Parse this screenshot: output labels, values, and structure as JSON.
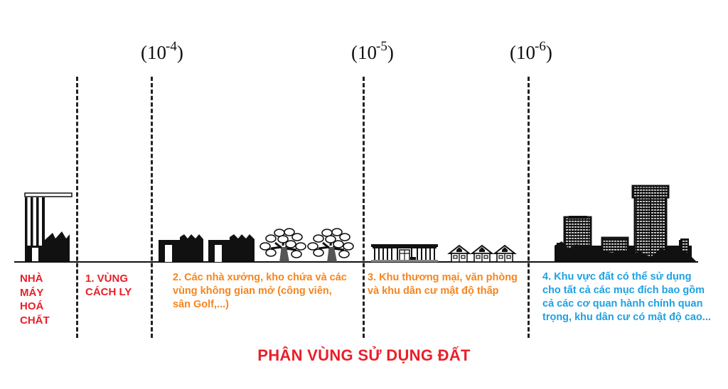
{
  "diagram": {
    "title": "PHÂN VÙNG SỬ DỤNG ĐẤT",
    "risk_levels": [
      {
        "base": "(10",
        "exponent": "-4",
        "close": ")"
      },
      {
        "base": "(10",
        "exponent": "-5",
        "close": ")"
      },
      {
        "base": "(10",
        "exponent": "-6",
        "close": ")"
      }
    ],
    "source": {
      "label_lines": [
        "NHÀ",
        "MÁY",
        "HOÁ",
        "CHẤT"
      ],
      "icon": "chemical-factory-icon",
      "color": "#e8202a"
    },
    "zones": [
      {
        "number": "1",
        "label_lines": [
          "1. VÙNG",
          "CÁCH LY"
        ],
        "icons": [],
        "color": "#e8202a"
      },
      {
        "number": "2",
        "label_lines": [
          "2. Các nhà xưởng, kho chứa và các",
          "vùng không gian mở (công viên,",
          "sân Golf,...)"
        ],
        "icons": [
          "warehouse-icon",
          "warehouse-icon",
          "tree-icon",
          "tree-icon"
        ],
        "color": "#f5851f"
      },
      {
        "number": "3",
        "label_lines": [
          "3. Khu thương mại, văn phòng",
          "và khu dân cư mật độ thấp"
        ],
        "icons": [
          "commercial-building-icon",
          "house-icon",
          "house-icon",
          "house-icon"
        ],
        "color": "#f5851f"
      },
      {
        "number": "4",
        "label_lines": [
          "4. Khu vực đất có thể sử dụng",
          "cho tất cả các mục đích bao gồm",
          "cả các cơ quan hành chính quan",
          "trọng, khu dân cư có mật độ cao..."
        ],
        "icons": [
          "city-skyline-icon"
        ],
        "color": "#1ea1e3"
      }
    ]
  }
}
